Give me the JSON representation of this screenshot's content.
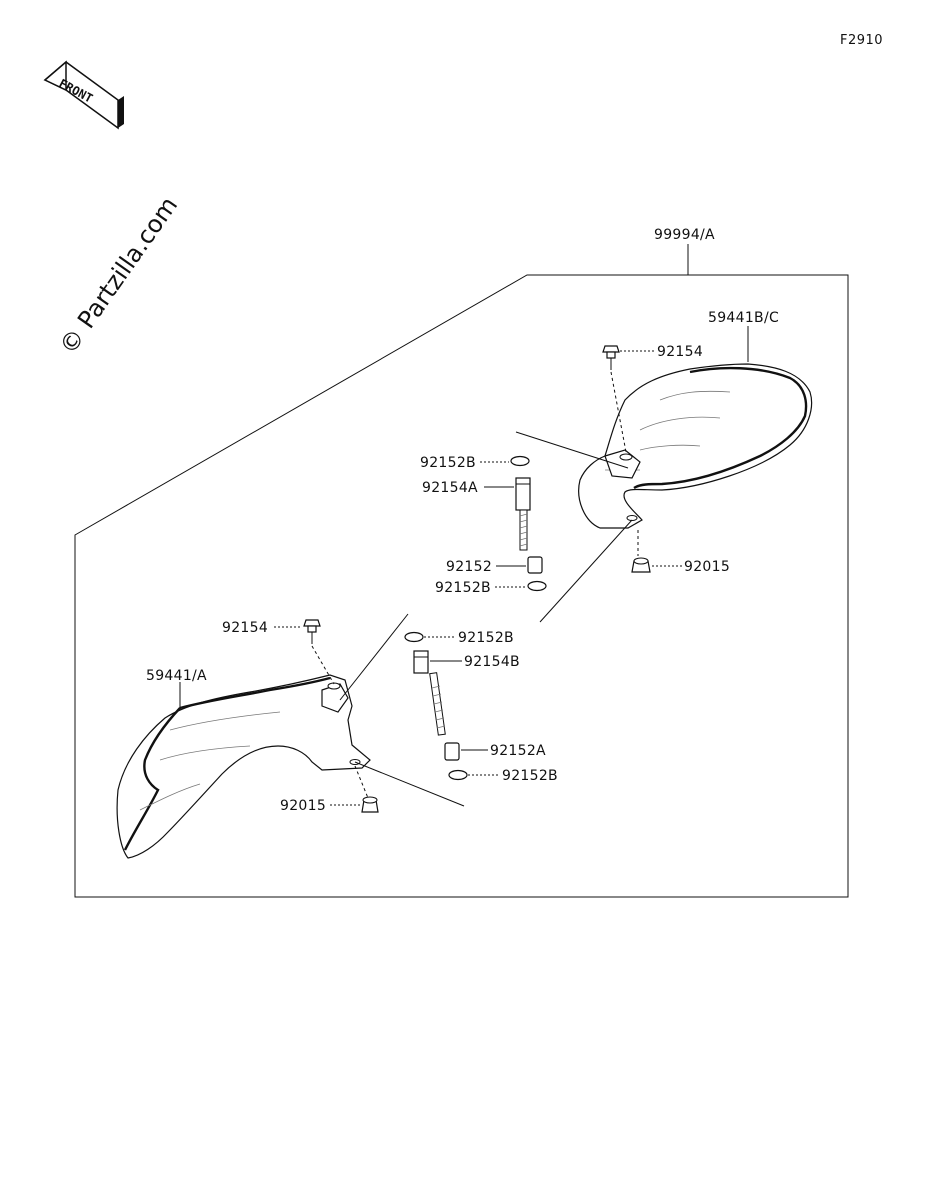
{
  "figure": {
    "id": "F2910",
    "front_label": "FRONT",
    "watermark": "© Partzilla.com"
  },
  "assembly": {
    "label": "99994/A"
  },
  "callouts": {
    "guard_right": "59441B/C",
    "bolt_top_right": "92154",
    "washer_upper_right": "92152B",
    "stud_right": "92154A",
    "collar_right": "92152",
    "washer_lower_right": "92152B",
    "nut_right": "92015",
    "bolt_left": "92154",
    "washer_upper_left": "92152B",
    "stud_left": "92154B",
    "guard_left": "59441/A",
    "collar_left": "92152A",
    "washer_lower_left": "92152B",
    "nut_left": "92015"
  }
}
